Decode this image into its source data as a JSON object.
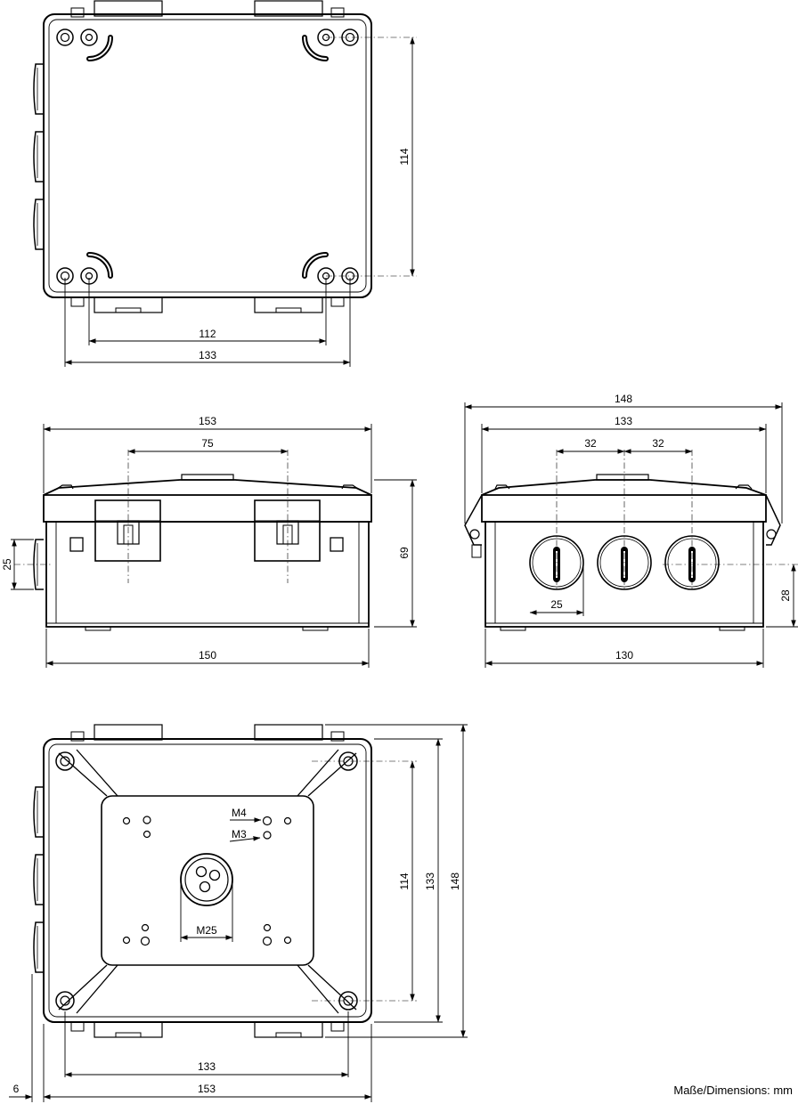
{
  "units_note": "Maße/Dimensions: mm",
  "top_view": {
    "dims": {
      "hole_spacing_x": "112",
      "mounting_x": "133",
      "mounting_y": "114"
    }
  },
  "front_view": {
    "dims": {
      "overall_width": "153",
      "latch_spacing": "75",
      "height": "69",
      "entry_height": "25",
      "base_width": "150"
    }
  },
  "side_view": {
    "dims": {
      "overall_depth": "148",
      "mounting_depth": "133",
      "entry_pitch_1": "32",
      "entry_pitch_2": "32",
      "entry_diameter": "25",
      "entry_axis_height": "28",
      "base_depth": "130"
    }
  },
  "bottom_view": {
    "labels": {
      "thread_m4": "M4",
      "thread_m3": "M3",
      "thread_m25": "M25"
    },
    "dims": {
      "mounting_y": "114",
      "body_y": "133",
      "overall_y": "148",
      "mounting_x": "133",
      "overall_x": "153",
      "offset": "6"
    }
  }
}
